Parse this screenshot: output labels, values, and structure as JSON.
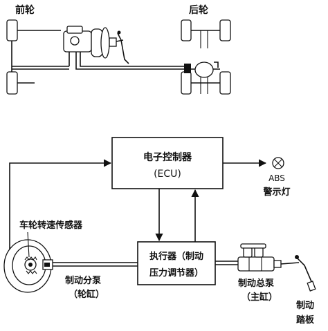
{
  "diagram": {
    "top": {
      "front_wheel_label": "前轮",
      "rear_wheel_label": "后轮"
    },
    "ecu_box": {
      "line1": "电子控制器",
      "line2": "(ECU)"
    },
    "abs_lamp": {
      "line1": "ABS",
      "line2": "警示灯"
    },
    "wheel_speed_sensor_label": "车轮转速传感器",
    "actuator_box": {
      "line1": "执行器（制动",
      "line2": "压力调节器）"
    },
    "wheel_cylinder_label": {
      "line1": "制动分泵",
      "line2": "（轮缸）"
    },
    "master_cylinder_label": {
      "line1": "制动总泵",
      "line2": "（主缸）"
    },
    "brake_pedal_label": {
      "line1": "制动",
      "line2": "踏板"
    }
  }
}
